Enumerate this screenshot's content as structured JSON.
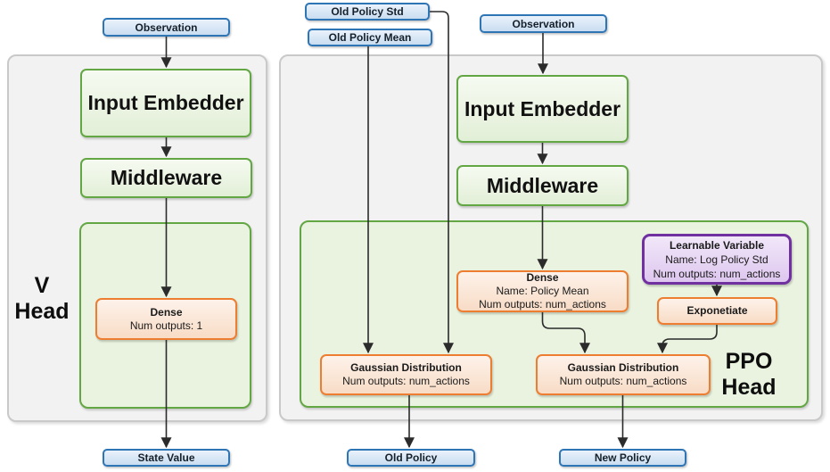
{
  "v_head": {
    "panel_label_line1": "V",
    "panel_label_line2": "Head",
    "observation": "Observation",
    "input_embedder": "Input Embedder",
    "middleware": "Middleware",
    "dense_title": "Dense",
    "dense_outputs": "Num outputs: 1",
    "state_value": "State Value"
  },
  "ppo_head": {
    "panel_label_line1": "PPO",
    "panel_label_line2": "Head",
    "old_policy_std": "Old Policy Std",
    "old_policy_mean": "Old Policy Mean",
    "observation": "Observation",
    "input_embedder": "Input Embedder",
    "middleware": "Middleware",
    "dense_title": "Dense",
    "dense_name": "Name: Policy Mean",
    "dense_outputs": "Num outputs: num_actions",
    "learnable_title": "Learnable Variable",
    "learnable_name": "Name: Log Policy Std",
    "learnable_outputs": "Num outputs: num_actions",
    "exponetiate": "Exponetiate",
    "gaussian_old_title": "Gaussian Distribution",
    "gaussian_old_outputs": "Num outputs: num_actions",
    "gaussian_new_title": "Gaussian Distribution",
    "gaussian_new_outputs": "Num outputs: num_actions",
    "old_policy": "Old Policy",
    "new_policy": "New Policy"
  },
  "colors": {
    "io_border": "#2E75B6",
    "io_fill": "#D6E5F5",
    "process_border": "#63A744",
    "process_fill": "#E9F3DF",
    "operation_border": "#ED7D31",
    "operation_fill": "#FBE5D6",
    "variable_border": "#7030A0",
    "variable_fill": "#E6D4F2",
    "panel_fill": "#F2F2F2",
    "panel_border": "#C9C9C9",
    "connector": "#2B2B2B"
  }
}
